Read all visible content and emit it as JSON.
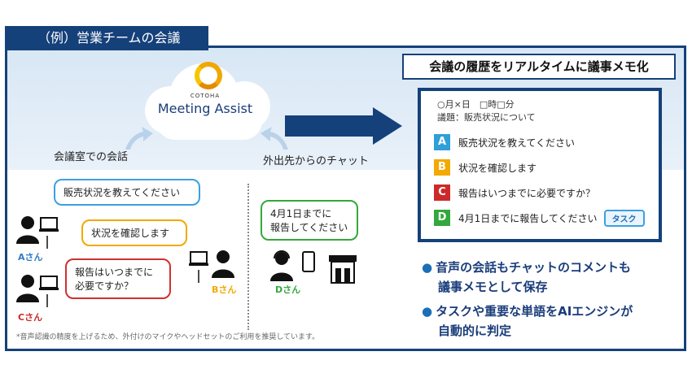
{
  "header": {
    "title": "（例）営業チームの会議"
  },
  "cloud": {
    "brand_small": "COTOHA",
    "brand_main": "Meeting Assist"
  },
  "labels": {
    "meeting_room": "会議室での会話",
    "outside_chat": "外出先からのチャット"
  },
  "bubbles": {
    "a": "販売状況を教えてください",
    "b": "状況を確認します",
    "c_line1": "報告はいつまでに",
    "c_line2": "必要ですか？",
    "d_line1": "4月1日までに",
    "d_line2": "報告してください"
  },
  "people": {
    "a": "Aさん",
    "b": "Bさん",
    "c": "Cさん",
    "d": "Dさん"
  },
  "history_title": "会議の履歴をリアルタイムに議事メモ化",
  "memo": {
    "date": "○月×日　□時□分",
    "topic": "議題：販売状況について",
    "rows": [
      {
        "letter": "A",
        "color": "#2e9fd8",
        "text": "販売状況を教えてください"
      },
      {
        "letter": "B",
        "color": "#f2a900",
        "text": "状況を確認します"
      },
      {
        "letter": "C",
        "color": "#cc2a2a",
        "text": "報告はいつまでに必要ですか？"
      },
      {
        "letter": "D",
        "color": "#33a83c",
        "text": "4月1日までに報告してください"
      }
    ],
    "task_label": "タスク"
  },
  "bullets": [
    {
      "line1": "音声の会話もチャットのコメントも",
      "line2": "議事メモとして保存"
    },
    {
      "line1": "タスクや重要な単語をAIエンジンが",
      "line2": "自動的に判定"
    }
  ],
  "bullet_mark": "●",
  "footnote": "*音声認識の精度を上げるため、外付けのマイクやヘッドセットのご利用を推奨しています。"
}
